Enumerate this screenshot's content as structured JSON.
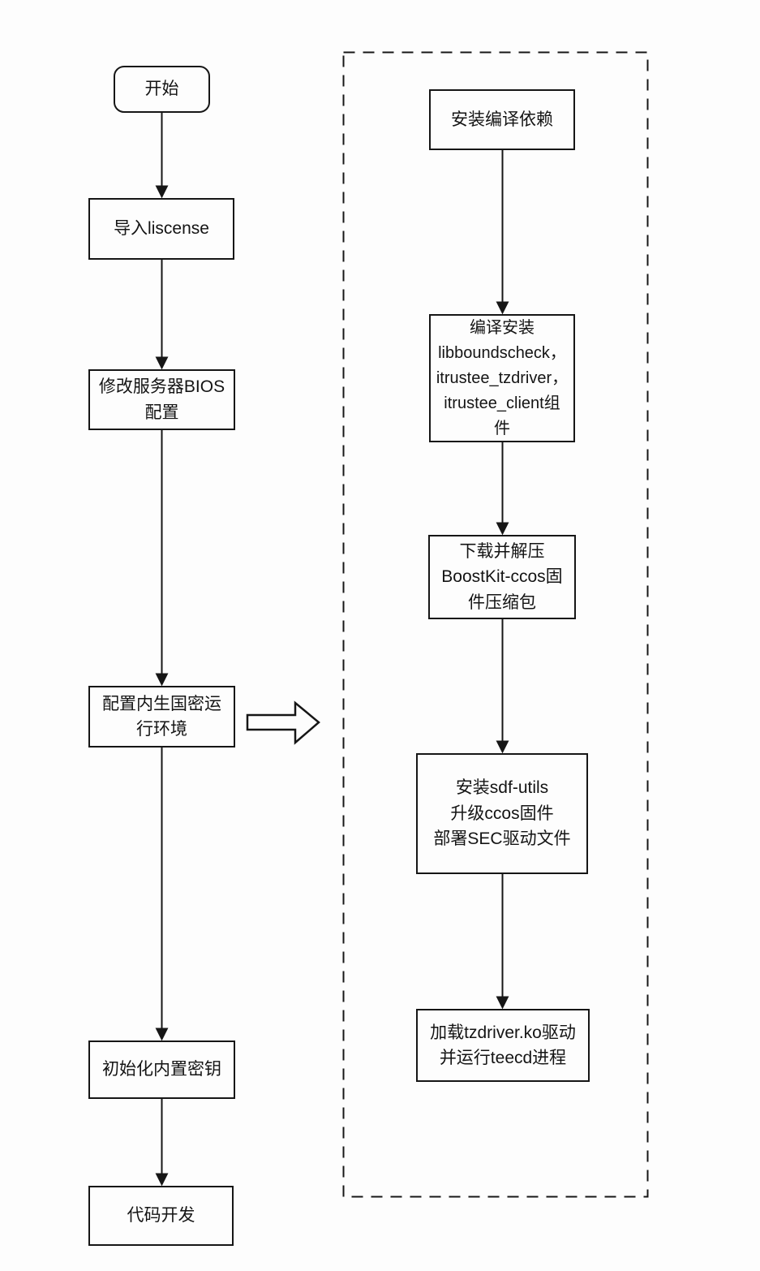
{
  "page": {
    "background_color": "#fdfdfd",
    "line_color": "#161616",
    "text_color": "#141414"
  },
  "main_flow": {
    "start": {
      "label": "开始",
      "shape": "rounded"
    },
    "import_license": {
      "label": "导入liscense"
    },
    "modify_bios": {
      "label": "修改服务器BIOS\n配置"
    },
    "configure_env": {
      "label": "配置内生国密运\n行环境"
    },
    "init_key": {
      "label": "初始化内置密钥"
    },
    "code_dev": {
      "label": "代码开发"
    }
  },
  "detail_flow": {
    "install_deps": {
      "label": "安装编译依赖"
    },
    "compile_install": {
      "label": "编译安装\nlibboundscheck，\nitrustee_tzdriver，\nitrustee_client组\n件"
    },
    "download_extract": {
      "label": "下载并解压\nBoostKit-ccos固\n件压缩包"
    },
    "install_sdf": {
      "label": "安装sdf-utils\n升级ccos固件\n部署SEC驱动文件"
    },
    "load_driver": {
      "label": "加载tzdriver.ko驱动\n并运行teecd进程"
    }
  },
  "edges": [
    {
      "from": "start",
      "to": "import_license",
      "style": "arrow"
    },
    {
      "from": "import_license",
      "to": "modify_bios",
      "style": "arrow"
    },
    {
      "from": "modify_bios",
      "to": "configure_env",
      "style": "arrow"
    },
    {
      "from": "configure_env",
      "to": "init_key",
      "style": "arrow"
    },
    {
      "from": "init_key",
      "to": "code_dev",
      "style": "arrow"
    },
    {
      "from": "configure_env",
      "to": "detail_flow",
      "style": "hollow-block-arrow"
    },
    {
      "from": "install_deps",
      "to": "compile_install",
      "style": "arrow"
    },
    {
      "from": "compile_install",
      "to": "download_extract",
      "style": "arrow"
    },
    {
      "from": "download_extract",
      "to": "install_sdf",
      "style": "arrow"
    },
    {
      "from": "install_sdf",
      "to": "load_driver",
      "style": "arrow"
    }
  ],
  "detail_group": {
    "border_style": "dashed",
    "label": ""
  }
}
